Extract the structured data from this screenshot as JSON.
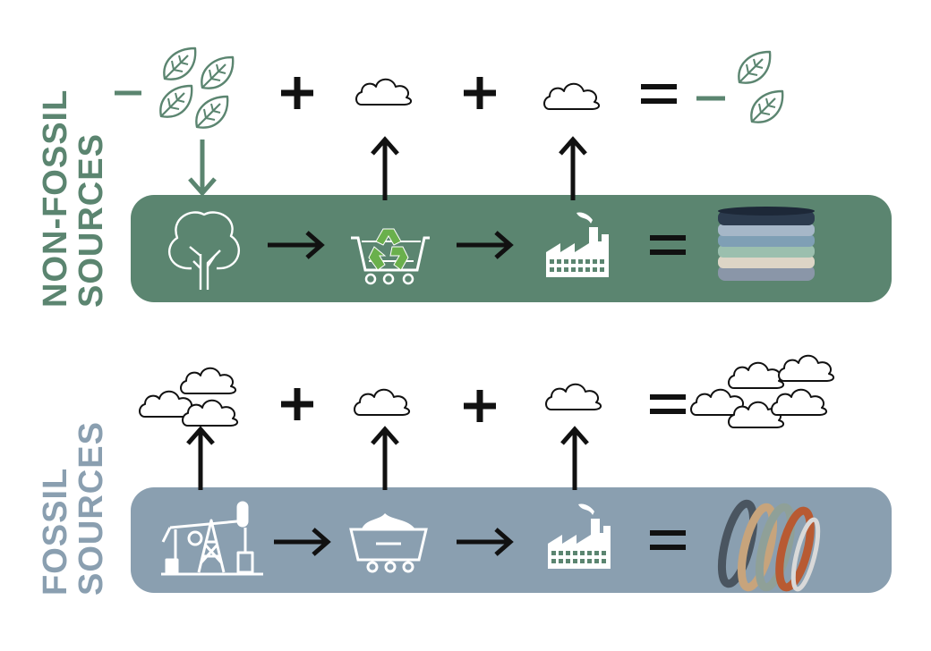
{
  "labels": {
    "non_fossil": [
      "NON-FOSSIL",
      "SOURCES"
    ],
    "fossil": [
      "FOSSIL",
      "SOURCES"
    ]
  },
  "colors": {
    "non_fossil": "#5b8570",
    "fossil": "#8a9fb0",
    "ink": "#111111",
    "leaf": "#5b8570",
    "recycle": "#6ab04c",
    "white": "#ffffff"
  },
  "symbols": {
    "plus": "+",
    "minus": "−",
    "equals": "="
  },
  "icons": {
    "leaf": "leaf-icon",
    "cloud": "cloud-icon",
    "tree": "tree-icon",
    "recycle_cart": "recycling-cart-icon",
    "cart": "mining-cart-icon",
    "factory": "factory-icon",
    "oil_pump": "oil-pump-icon",
    "rings_stack": "stacked-rings-icon",
    "spring_rings": "spring-rings-icon"
  }
}
